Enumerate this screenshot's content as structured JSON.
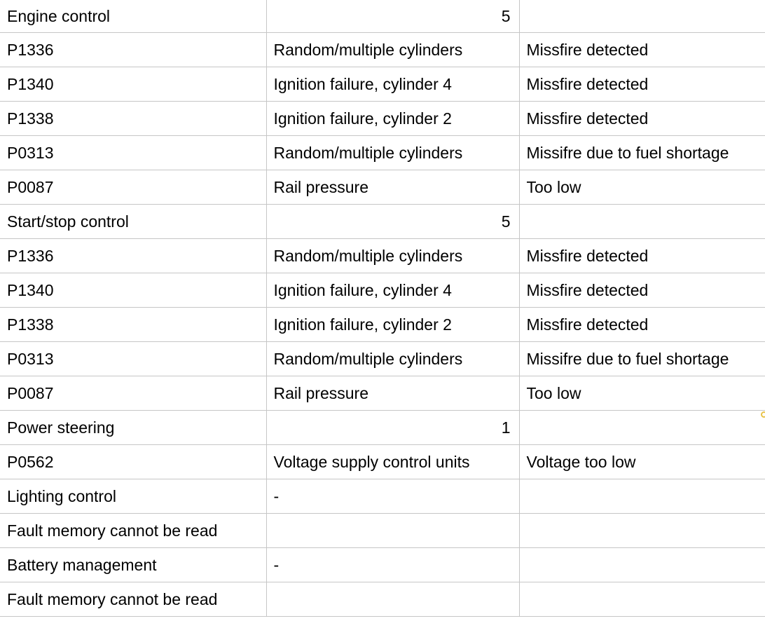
{
  "rows": [
    {
      "c1": "Engine control",
      "c2": "",
      "c2_num": "5",
      "c3": ""
    },
    {
      "c1": "P1336",
      "c2": "Random/multiple cylinders",
      "c2_num": "",
      "c3": "Missfire detected"
    },
    {
      "c1": "P1340",
      "c2": "Ignition failure, cylinder 4",
      "c2_num": "",
      "c3": "Missfire detected"
    },
    {
      "c1": "P1338",
      "c2": "Ignition failure, cylinder 2",
      "c2_num": "",
      "c3": "Missfire detected"
    },
    {
      "c1": "P0313",
      "c2": "Random/multiple cylinders",
      "c2_num": "",
      "c3": "Missifre due to fuel shortage"
    },
    {
      "c1": "P0087",
      "c2": "Rail pressure",
      "c2_num": "",
      "c3": "Too low"
    },
    {
      "c1": "Start/stop control",
      "c2": "",
      "c2_num": "5",
      "c3": ""
    },
    {
      "c1": "P1336",
      "c2": "Random/multiple cylinders",
      "c2_num": "",
      "c3": "Missfire detected"
    },
    {
      "c1": "P1340",
      "c2": "Ignition failure, cylinder 4",
      "c2_num": "",
      "c3": "Missfire detected"
    },
    {
      "c1": "P1338",
      "c2": "Ignition failure, cylinder 2",
      "c2_num": "",
      "c3": "Missfire detected"
    },
    {
      "c1": "P0313",
      "c2": "Random/multiple cylinders",
      "c2_num": "",
      "c3": "Missifre due to fuel shortage"
    },
    {
      "c1": "P0087",
      "c2": "Rail pressure",
      "c2_num": "",
      "c3": "Too low"
    },
    {
      "c1": "Power steering",
      "c2": "",
      "c2_num": "1",
      "c3": ""
    },
    {
      "c1": "P0562",
      "c2": "Voltage supply control units",
      "c2_num": "",
      "c3": "Voltage too low"
    },
    {
      "c1": "Lighting control",
      "c2": "-",
      "c2_num": "",
      "c3": ""
    },
    {
      "c1": "Fault memory cannot be read",
      "c2": "",
      "c2_num": "",
      "c3": ""
    },
    {
      "c1": "Battery management",
      "c2": "-",
      "c2_num": "",
      "c3": ""
    },
    {
      "c1": "Fault memory cannot be read",
      "c2": "",
      "c2_num": "",
      "c3": ""
    }
  ],
  "colors": {
    "grid_line": "#c6c6c6",
    "selection_handle": "#e8c34a"
  }
}
